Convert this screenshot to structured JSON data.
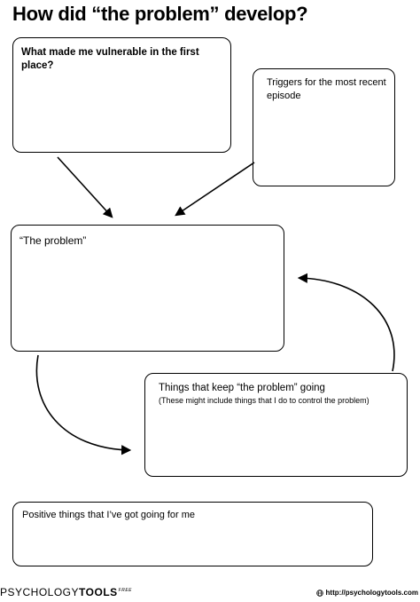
{
  "title": "How did “the problem” develop?",
  "boxes": {
    "vulnerable": {
      "label": "What made me vulnerable in the first place?"
    },
    "triggers": {
      "label": "Triggers for the most recent episode"
    },
    "problem": {
      "label": "“The problem”"
    },
    "maintaining": {
      "label": "Things that keep “the problem” going",
      "sublabel": "(These might include things that I do to control the problem)"
    },
    "positives": {
      "label": "Positive things that I’ve got going for me"
    }
  },
  "footer": {
    "brand_part1": "PSYCHOLOGY",
    "brand_part2": "TOOLS",
    "brand_badge": "FREE",
    "url": "http://psychologytools.com"
  }
}
